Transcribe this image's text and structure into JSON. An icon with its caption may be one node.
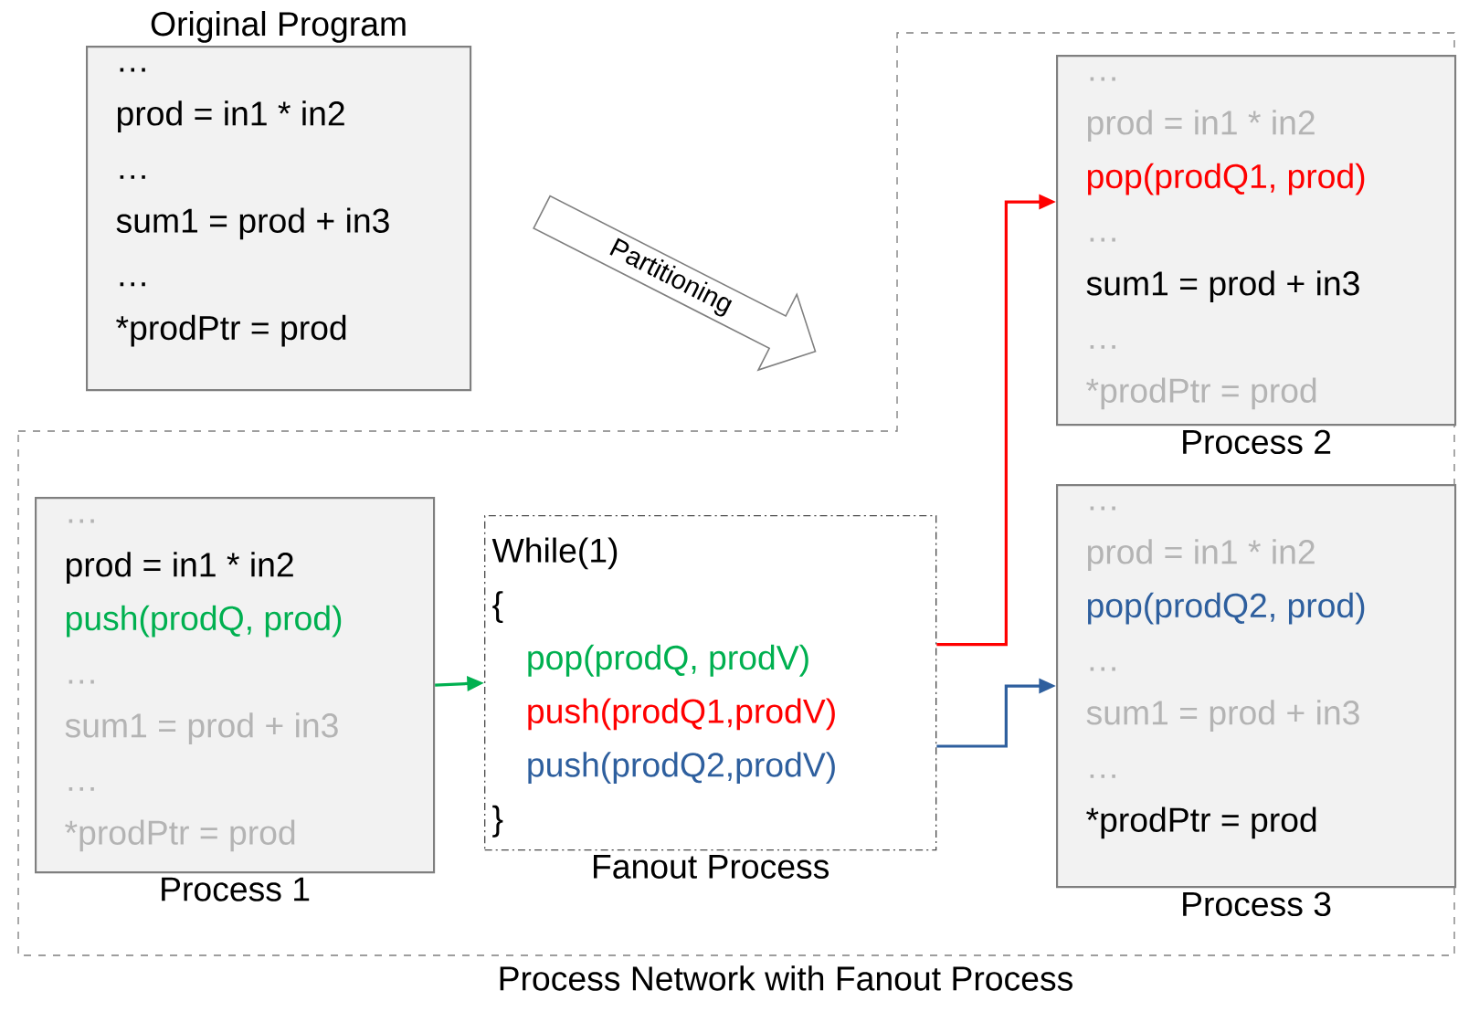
{
  "diagram": {
    "nodes": [
      {
        "text": [
          "Original Program",
          "…",
          "prod = in1 * in2",
          "…",
          "sum1 = prod + in3",
          "…",
          "*prodPtr = prod"
        ]
      },
      {
        "text": [
          "Partitioning"
        ]
      },
      {
        "text": [
          "Process Network with Fanout Process"
        ]
      },
      {
        "text": [
          "Process 1",
          "…",
          "prod = in1 * in2",
          "push(prodQ, prod)",
          "…",
          "sum1 = prod + in3",
          "…",
          "*prodPtr = prod"
        ],
        "in": 2
      },
      {
        "text": [
          "Fanout Process",
          "While(1)",
          "{",
          "pop(prodQ, prodV)",
          "push(prodQ1,prodV)",
          "push(prodQ2,prodV)",
          "}"
        ],
        "in": 2
      },
      {
        "text": [
          "Process 2",
          "…",
          "prod = in1 * in2",
          "pop(prodQ1, prod)",
          "…",
          "sum1 = prod + in3",
          "…",
          "*prodPtr = prod"
        ],
        "in": 2
      },
      {
        "text": [
          "Process 3",
          "…",
          "prod = in1 * in2",
          "pop(prodQ2, prod)",
          "…",
          "sum1 = prod + in3",
          "…",
          "*prodPtr = prod"
        ],
        "in": 2
      }
    ],
    "edges": [
      {
        "from": 3,
        "to": 4,
        "arrow": "to",
        "color": "#00b050"
      },
      {
        "from": 4,
        "to": 5,
        "arrow": "to",
        "color": "#ff0000"
      },
      {
        "from": 4,
        "to": 6,
        "arrow": "to",
        "color": "#2e5f9e"
      }
    ]
  }
}
